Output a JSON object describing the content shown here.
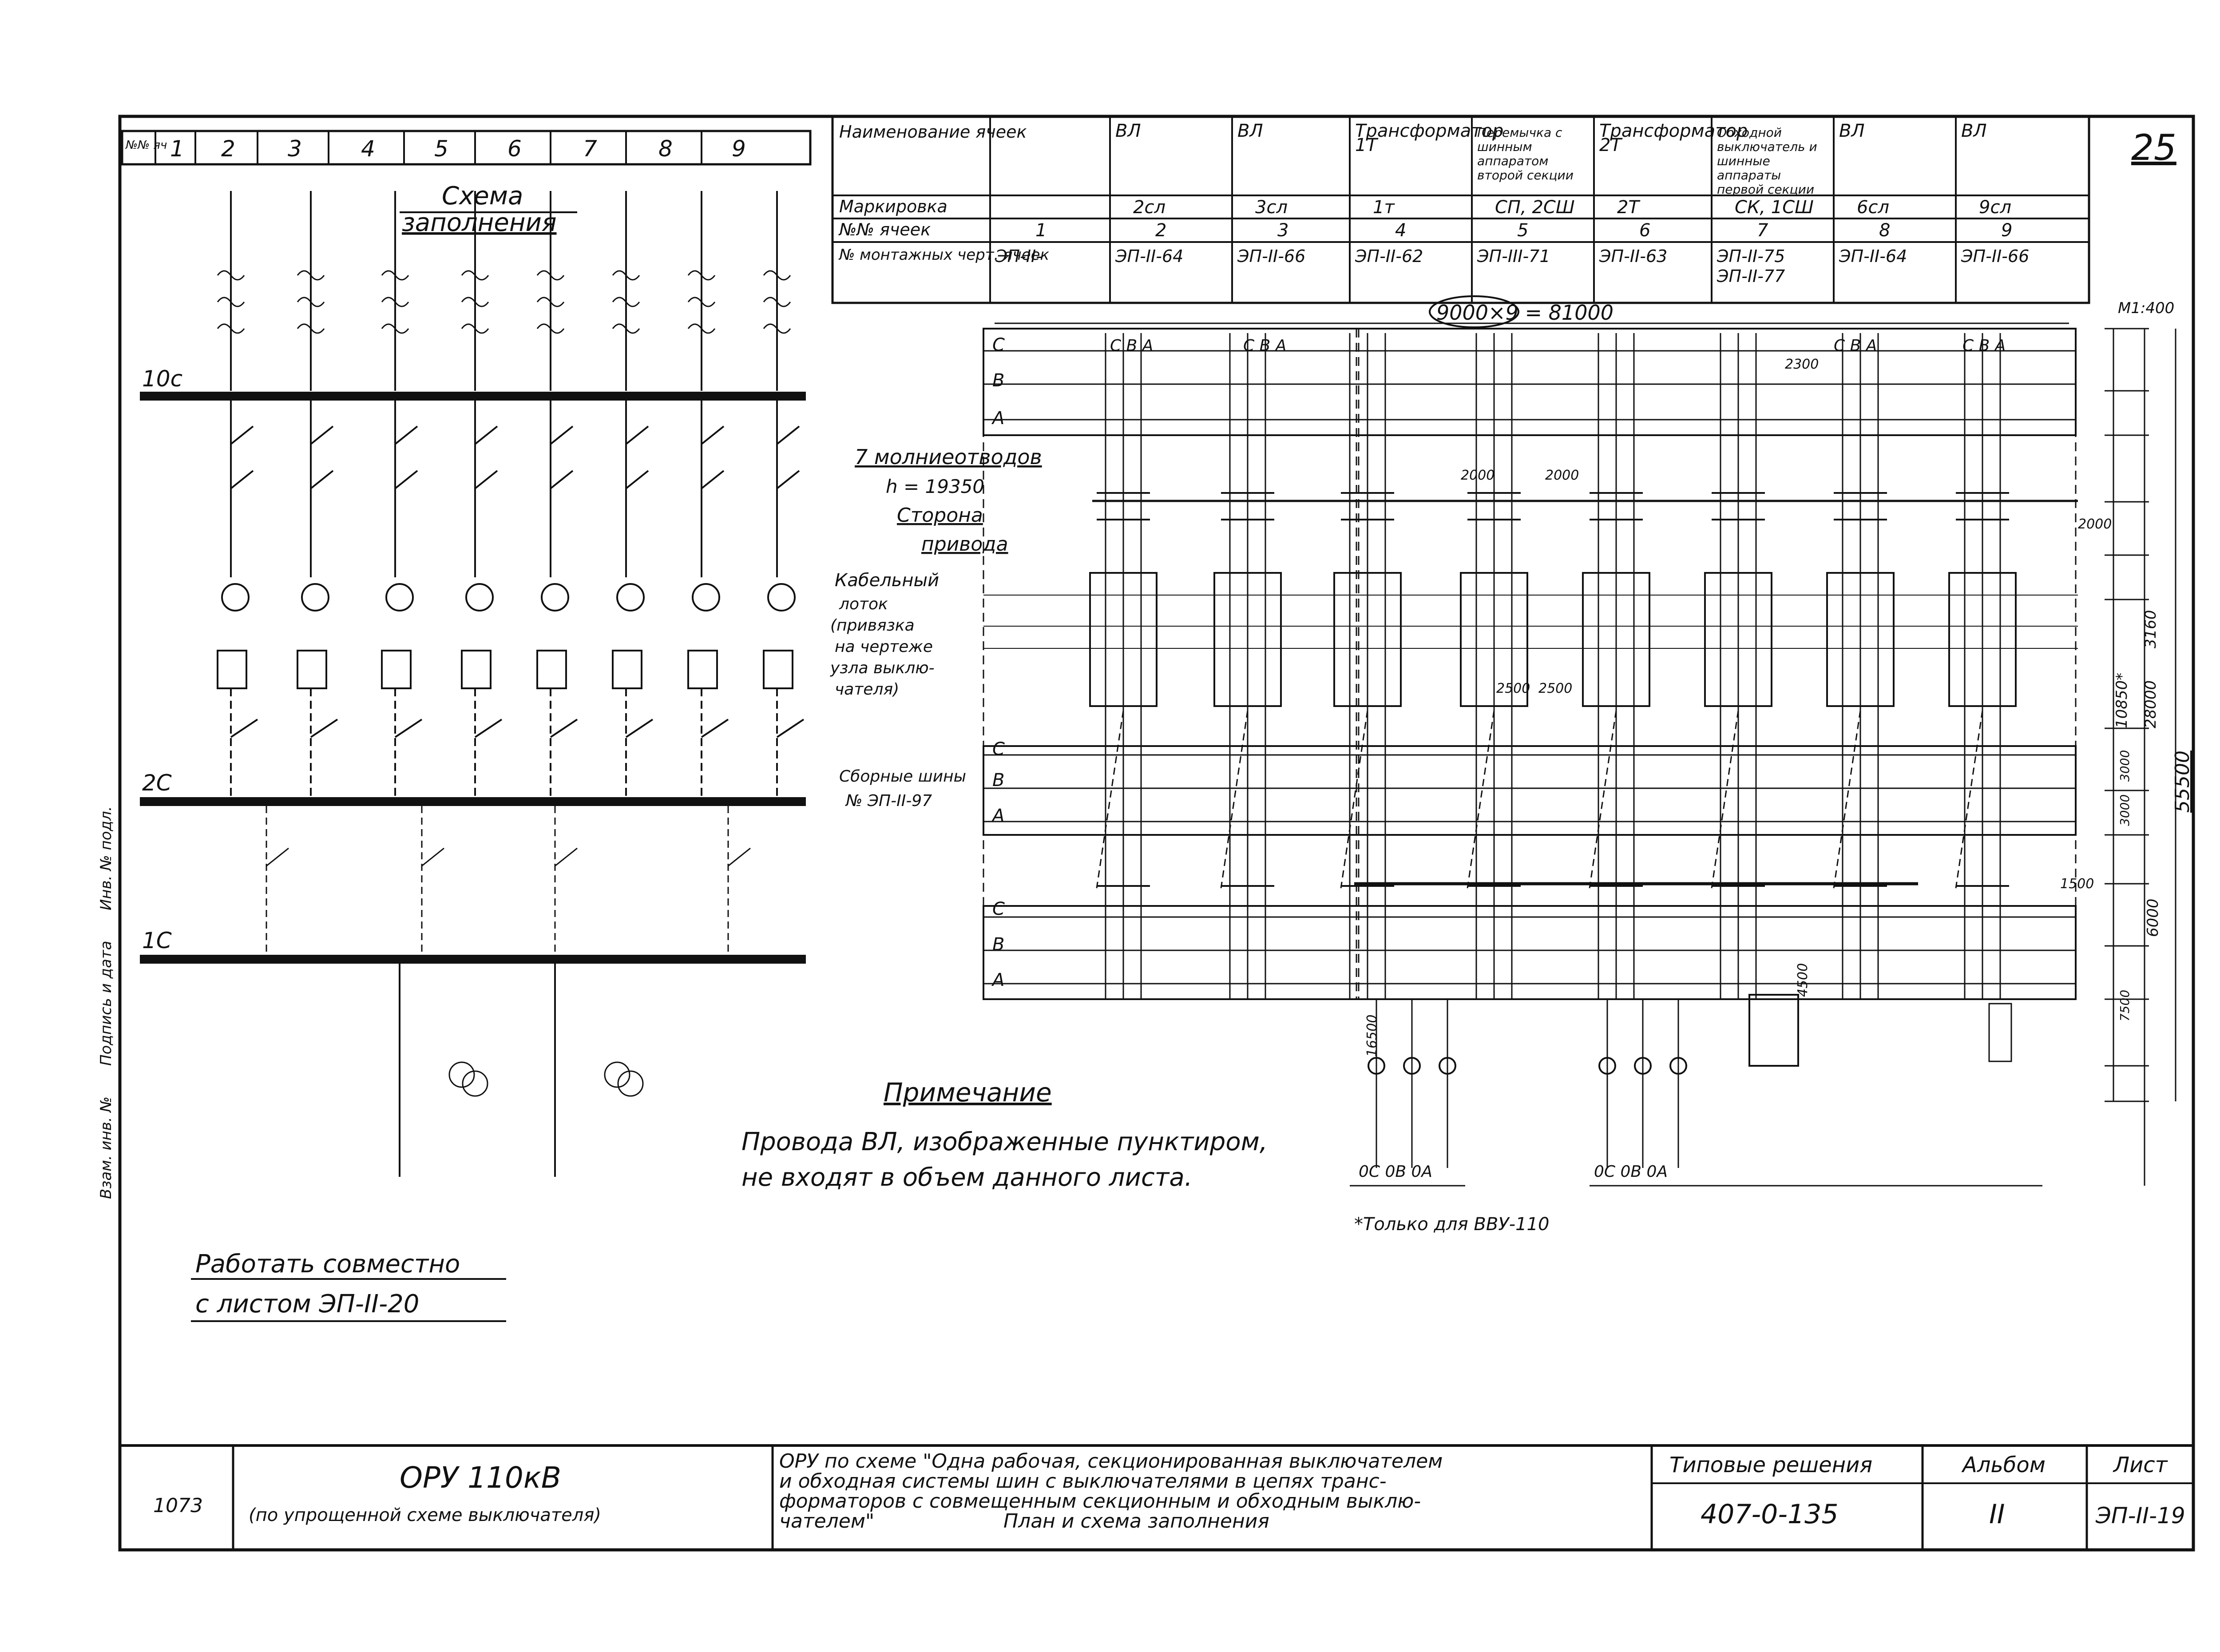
{
  "sheet_number": "25",
  "scale_note": "М1:400",
  "left_strip": {
    "header_label": "№№ яч",
    "cells": [
      "1",
      "2",
      "3",
      "4",
      "5",
      "6",
      "7",
      "8",
      "9"
    ],
    "title_line1": "Схема",
    "title_line2": "заполнения",
    "bus_labels": [
      "10с",
      "2С",
      "1С"
    ]
  },
  "cell_table": {
    "row_headers": [
      "Наименование ячеек",
      "Маркировка",
      "№№ ячеек",
      "№ монтажных черт. ячеек"
    ],
    "columns": [
      {
        "name": "",
        "mark": "",
        "num": "1",
        "drawing": "ЭП-II-"
      },
      {
        "name": "ВЛ",
        "mark": "2сл",
        "num": "2",
        "drawing": "ЭП-II-64"
      },
      {
        "name": "ВЛ",
        "mark": "3сл",
        "num": "3",
        "drawing": "ЭП-II-66"
      },
      {
        "name": "Трансформатор 1Т",
        "mark": "1т",
        "num": "4",
        "drawing": "ЭП-II-62"
      },
      {
        "name": "Перемычка с шинным аппаратом второй секции",
        "mark": "СП, 2СШ",
        "num": "5",
        "drawing": "ЭП-III-71"
      },
      {
        "name": "Трансформатор 2Т",
        "mark": "2Т",
        "num": "6",
        "drawing": "ЭП-II-63"
      },
      {
        "name": "Обходной выключатель и шинные аппараты первой секции",
        "mark": "СК, 1СШ",
        "num": "7",
        "drawing": "ЭП-II-75 ЭП-II-77"
      },
      {
        "name": "ВЛ",
        "mark": "6сл",
        "num": "8",
        "drawing": "ЭП-II-64"
      },
      {
        "name": "ВЛ",
        "mark": "9сл",
        "num": "9",
        "drawing": "ЭП-II-66"
      }
    ]
  },
  "plan": {
    "overall_width": "9000×9 = 81000",
    "phase_labels": [
      "С",
      "В",
      "А"
    ],
    "bay_phases": "С В А",
    "callouts": {
      "lightning_title": "7 молниеотводов",
      "lightning_h": "h = 19350",
      "drive_side_1": "Сторона",
      "drive_side_2": "привода",
      "cable_1": "Кабельный",
      "cable_2": "лоток",
      "cable_3": "(привязка",
      "cable_4": "на чертеже",
      "cable_5": "узла выклю-",
      "cable_6": "чателя)",
      "busbar_1": "Сборные шины",
      "busbar_2": "№ ЭП-II-97"
    },
    "dims": {
      "d2000": "2000",
      "d2500": "2500",
      "d3000": "3000",
      "d4500": "4500",
      "d1500": "1500",
      "d6000": "6000",
      "d7500": "7500",
      "d3160": "3160",
      "d10850": "10850*",
      "d28000": "28000",
      "d55500": "55500",
      "d16500": "16500",
      "d2300": "2300"
    },
    "bottom_phase_labels": "0С 0В 0А"
  },
  "note": {
    "title": "Примечание",
    "line1": "Провода ВЛ, изображенные пунктиром,",
    "line2": "не входят в объем данного листа.",
    "footnote": "*Только для ВВУ-110"
  },
  "work_with": {
    "line1": "Работать совместно",
    "line2": "с листом ЭП-II-20"
  },
  "title_block": {
    "code": "1073",
    "object_title": "ОРУ 110кВ",
    "object_subtitle": "(по упрощенной схеме выключателя)",
    "description_line1": "ОРУ по схеме \"Одна рабочая, секционированная выключателем",
    "description_line2": "и обходная системы шин с выключателями в цепях транс-",
    "description_line3": "форматоров с совмещенным секционным и обходным выклю-",
    "description_line4": "чателем\"",
    "description_line5": "План и схема заполнения",
    "typical_label": "Типовые решения",
    "typical_value": "407-0-135",
    "album_label": "Альбом",
    "album_value": "II",
    "sheet_label": "Лист",
    "sheet_value": "ЭП-II-19"
  },
  "margin_labels": [
    "Взам. инв. №",
    "Подпись и дата",
    "Инв. № подл."
  ]
}
